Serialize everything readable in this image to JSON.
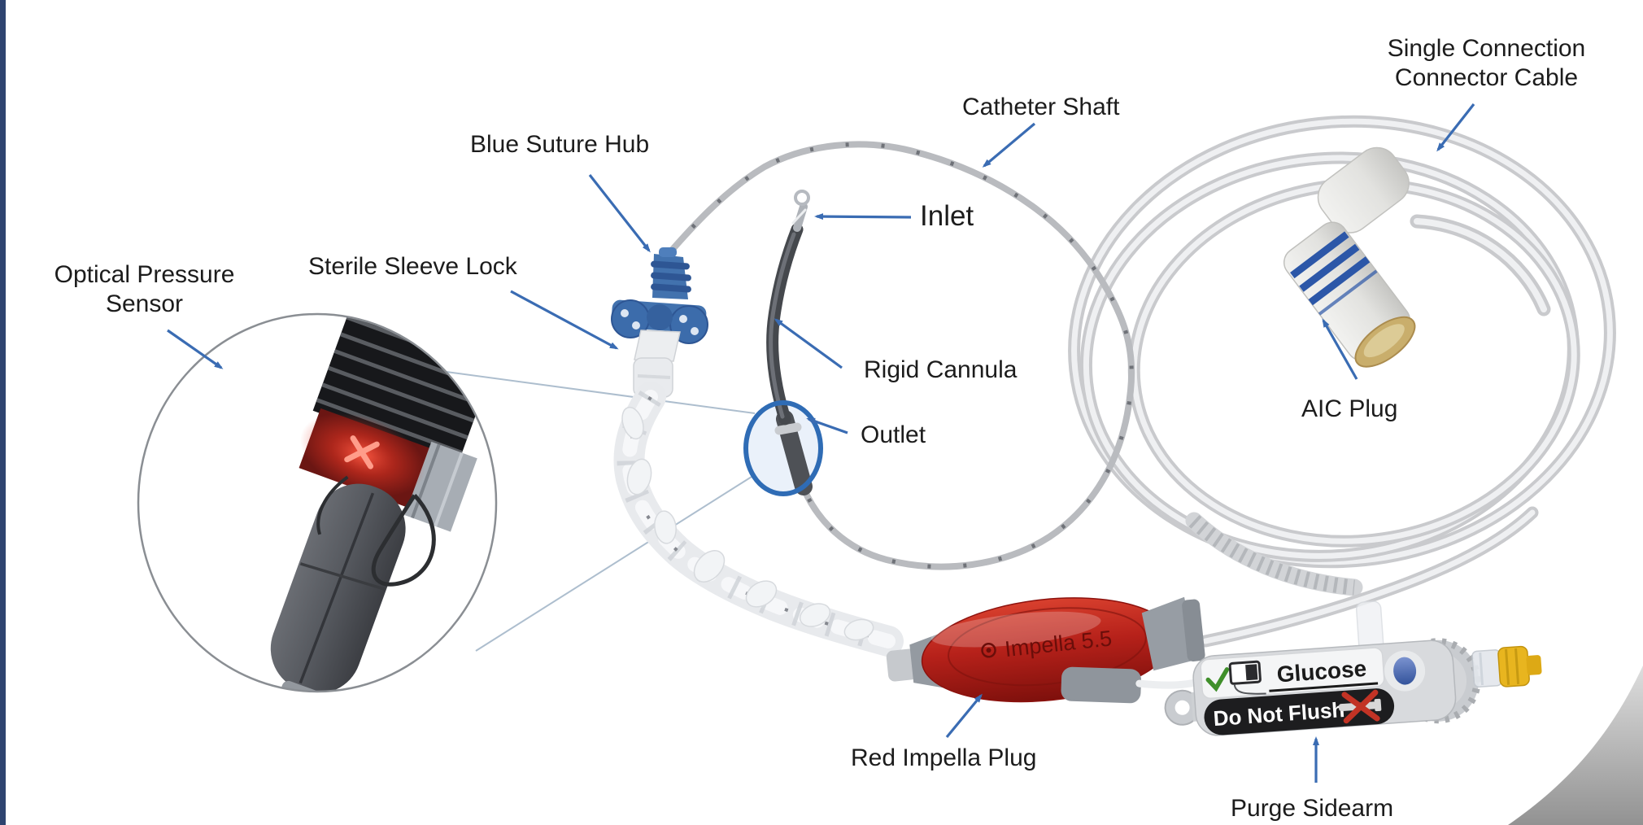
{
  "diagram": {
    "labels": {
      "single_connection": "Single Connection Connector Cable",
      "catheter_shaft": "Catheter Shaft",
      "blue_suture_hub": "Blue Suture Hub",
      "sterile_sleeve_lock": "Sterile Sleeve Lock",
      "optical_pressure_sensor": "Optical Pressure Sensor",
      "inlet": "Inlet",
      "rigid_cannula": "Rigid Cannula",
      "outlet": "Outlet",
      "aic_plug": "AIC Plug",
      "red_impella_plug": "Red Impella Plug",
      "purge_sidearm": "Purge Sidearm"
    },
    "device_markings": {
      "impella_plug_text": "Impella 5.5",
      "purge_glucose": "Glucose",
      "purge_do_not_flush": "Do Not Flush"
    },
    "colors": {
      "arrow_blue": "#3a6cb3",
      "label_text": "#1c1c1c",
      "suture_hub_blue": "#4272ae",
      "impella_red": "#b6211a",
      "highlight_circle_blue": "#2f6cb5",
      "yellow_luer": "#e8b51f",
      "accent_bar_navy": "#2e4470",
      "do_not_flush_bg": "#1d1d1f"
    }
  }
}
